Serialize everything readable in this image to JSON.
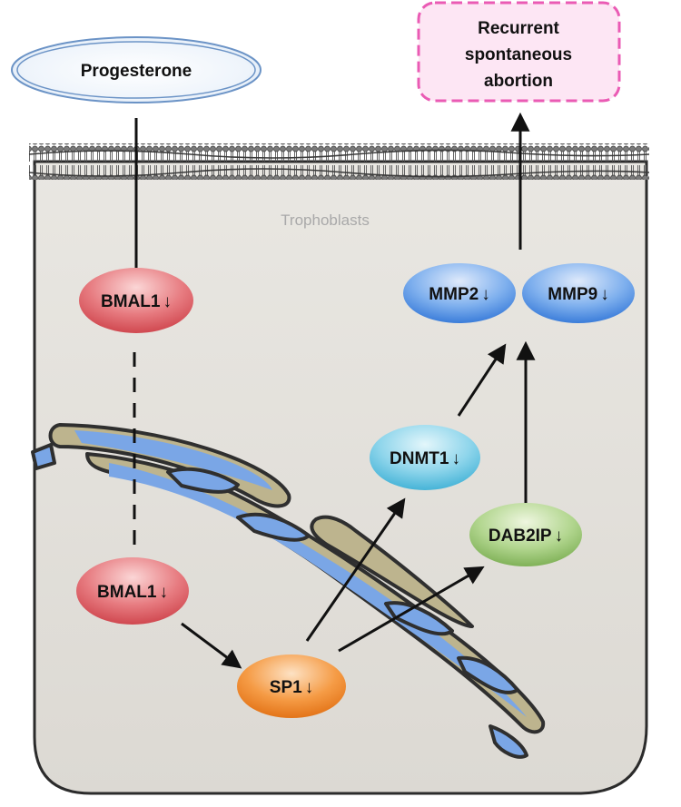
{
  "outcome_box": {
    "lines": [
      "Recurrent",
      "spontaneous",
      "abortion"
    ]
  },
  "progesterone": {
    "label": "Progesterone"
  },
  "cell": {
    "label": "Trophoblasts"
  },
  "nodes": {
    "bmal1_top": "BMAL1",
    "bmal1_bottom": "BMAL1",
    "sp1": "SP1",
    "dnmt1": "DNMT1",
    "dab2ip": "DAB2IP",
    "mmp2": "MMP2",
    "mmp9": "MMP9"
  },
  "down_symbol": "↓",
  "colors": {
    "bmal1": "#e0585e",
    "sp1": "#f08a2e",
    "dnmt1": "#5cc3e0",
    "dab2ip": "#8fc06a",
    "mmp": "#4a8fe0",
    "outcome_border": "#ea5bb4",
    "cell_fill": "#e6e3de"
  }
}
